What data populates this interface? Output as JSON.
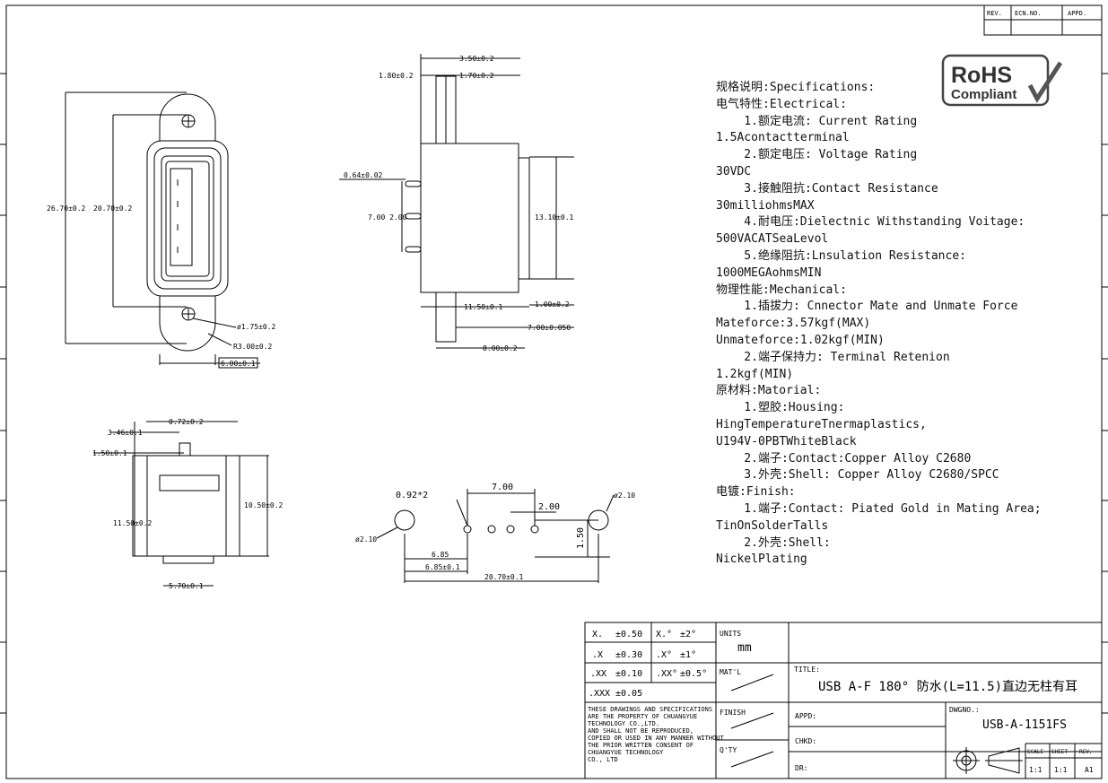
{
  "revision_block": {
    "rev": "REV.",
    "ecn": "ECN.NO.",
    "appd": "APPD."
  },
  "rohs": {
    "line1": "RoHS",
    "line2": "Compliant"
  },
  "specs": [
    "规格说明:Specifications:",
    "电气特性:Electrical:",
    "    1.额定电流: Current Rating",
    "1.5Acontactterminal",
    "    2.额定电压: Voltage Rating",
    "30VDC",
    "    3.接触阻抗:Contact Resistance",
    "30milliohmsMAX",
    "    4.耐电压:Dielectnic Withstanding Voitage:",
    "500VACATSeaLevol",
    "    5.绝缘阻抗:Lnsulation Resistance:",
    "1000MEGAohmsMIN",
    "物理性能:Mechanical:",
    "    1.插拔力: Cnnector Mate and Unmate Force",
    "Mateforce:3.57kgf(MAX)",
    "Unmateforce:1.02kgf(MIN)",
    "    2.端子保持力: Terminal Retenion",
    "1.2kgf(MIN)",
    "原材料:Matorial:",
    "    1.塑胶:Housing:",
    "HingTemperatureTnermaplastics,",
    "U194V-0PBTWhiteBlack",
    "    2.端子:Contact:Copper Alloy C2680",
    "    3.外壳:Shell: Copper Alloy C2680/SPCC",
    "电镀:Finish:",
    "    1.端子:Contact: Piated Gold in Mating Area;",
    "TinOnSolderTalls",
    "    2.外壳:Shell:",
    "NickelPlating"
  ],
  "front_view": {
    "overall_height": "26.70±0.2",
    "inner_height": "20.70±0.2",
    "hole": "ø1.75±0.2",
    "radius": "R3.00±0.2",
    "width": "6.00±0.1"
  },
  "side_view": {
    "pin_a": "1.80±0.2",
    "pin_b": "3.50±0.2",
    "pin_c": "1.70±0.2",
    "pin_dia": "0.64±0.02",
    "pitch": "7.00 2.00",
    "body_height": "13.10±0.1",
    "body_length": "11.50±0.1",
    "flange": "1.00±0.2",
    "d1": "7.00±0.050",
    "d2": "8.00±0.2"
  },
  "top_view": {
    "t1": "0.72±0.2",
    "t2": "3.46±0.1",
    "t3": "1.50±0.1",
    "height": "11.50±0.2",
    "shell_height": "10.50±0.2",
    "width": "5.70±0.1"
  },
  "pcb_layout": {
    "pin_hole": "0.92*2",
    "pitch_a": "7.00",
    "pitch_b": "2.00",
    "peg_right": "ø2.10",
    "peg_left": "ø2.10",
    "offset": "1.50",
    "x1": "6.85",
    "x2": "6.85±0.1",
    "total": "20.70±0.1"
  },
  "tolerance": {
    "rows": [
      {
        "a": "X.",
        "av": "±0.50",
        "b": "X.°",
        "bv": "±2°"
      },
      {
        "a": ".X",
        "av": "±0.30",
        "b": ".X°",
        "bv": "±1°"
      },
      {
        "a": ".XX",
        "av": "±0.10",
        "b": ".XX°",
        "bv": "±0.5°"
      },
      {
        "a": ".XXX",
        "av": "±0.05",
        "b": "",
        "bv": ""
      }
    ],
    "notice": [
      "THESE DRAWINGS AND SPECIFICATIONS",
      "ARE THE PROPERTY OF  CHUANGYUE",
      "TECHNOLOGY CO.,LTD.",
      "AND SHALL NOT BE REPRODUCED,",
      "COPIED OR USED IN ANY  MANNER WITHOUT",
      "THE  PRIOR WRITTEN  CONSENT  OF",
      "CHUANGYUE TECHNOLOGY",
      "CO., LTD"
    ]
  },
  "title_block": {
    "units_label": "UNITS",
    "units_value": "mm",
    "matl": "MAT'L",
    "finish": "FINISH",
    "qty": "Q'TY",
    "title_label": "TITLE:",
    "title": "USB A-F 180° 防水(L=11.5)直边无柱有耳",
    "appd": "APPD:",
    "chkd": "CHKD:",
    "dr": "DR:",
    "dwgno_label": "DWGNO.:",
    "dwgno": "USB-A-1151FS",
    "scale_label": "SCALE",
    "sheet_label": "SHEET",
    "rev_label": "REV.",
    "scale": "1:1",
    "sheet": "1:1",
    "rev": "A1"
  }
}
